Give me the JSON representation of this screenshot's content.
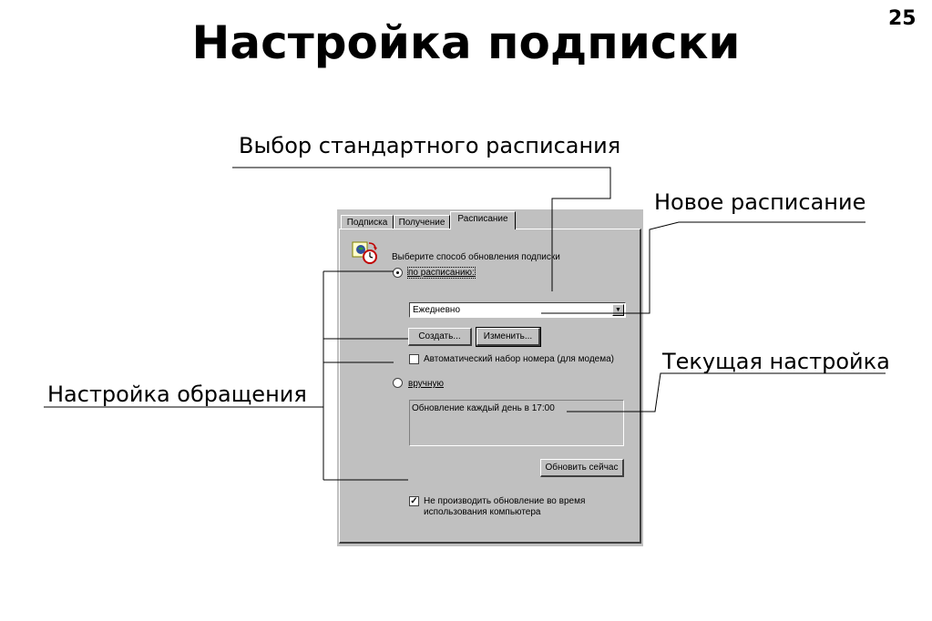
{
  "page_number": "25",
  "title": "Настройка подписки",
  "callouts": {
    "standard_schedule": "Выбор стандартного расписания",
    "new_schedule": "Новое расписание",
    "current_setting": "Текущая настройка",
    "access_setting": "Настройка обращения"
  },
  "dialog": {
    "tabs": [
      "Подписка",
      "Получение",
      "Расписание"
    ],
    "active_tab": "Расписание",
    "prompt": "Выберите способ обновления подписки",
    "radio_scheduled": "по расписанию:",
    "schedule_value": "Ежедневно",
    "create_button": "Создать...",
    "edit_button": "Изменить...",
    "auto_dial_checkbox": "Автоматический набор номера (для модема)",
    "auto_dial_checked": false,
    "radio_manual": "вручную",
    "current_schedule_text": "Обновление каждый день в 17:00",
    "update_now_button": "Обновить сейчас",
    "no_update_checkbox_line1": "Не производить обновление во время",
    "no_update_checkbox_line2": "использования компьютера",
    "no_update_checked": true
  },
  "icons": {
    "schedule": "globe-clock-icon",
    "combo_arrow": "chevron-down-icon"
  }
}
